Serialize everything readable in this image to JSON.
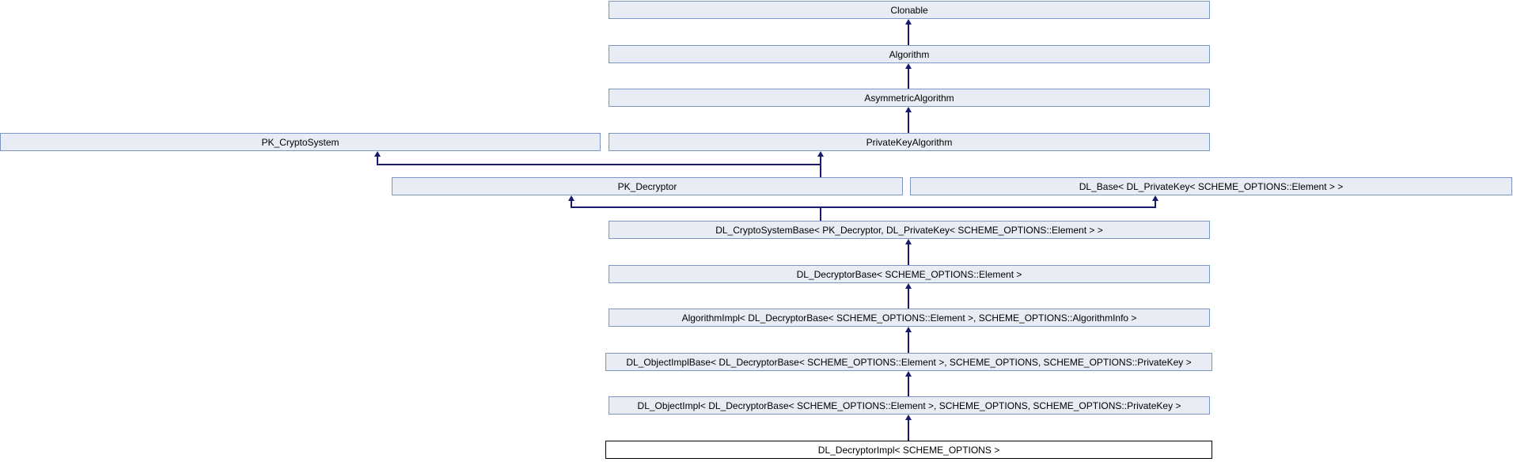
{
  "diagram": {
    "type": "class-inheritance-graph",
    "colors": {
      "canvas_bg": "#ffffff",
      "node_fill": "#E8ECF4",
      "node_border": "#7E95C4",
      "current_fill": "#ffffff",
      "current_border": "#000000",
      "arrow": "#191970",
      "text": "#000000"
    },
    "nodes": [
      {
        "id": "clonable",
        "label": "Clonable"
      },
      {
        "id": "algorithm",
        "label": "Algorithm"
      },
      {
        "id": "asymmetric-algorithm",
        "label": "AsymmetricAlgorithm"
      },
      {
        "id": "pk-cryptosystem",
        "label": "PK_CryptoSystem"
      },
      {
        "id": "private-key-algorithm",
        "label": "PrivateKeyAlgorithm"
      },
      {
        "id": "pk-decryptor",
        "label": "PK_Decryptor"
      },
      {
        "id": "dl-base",
        "label": "DL_Base< DL_PrivateKey< SCHEME_OPTIONS::Element > >"
      },
      {
        "id": "dl-cryptosystembase",
        "label": "DL_CryptoSystemBase< PK_Decryptor, DL_PrivateKey< SCHEME_OPTIONS::Element > >"
      },
      {
        "id": "dl-decryptorbase",
        "label": "DL_DecryptorBase< SCHEME_OPTIONS::Element >"
      },
      {
        "id": "algorithmimpl",
        "label": "AlgorithmImpl< DL_DecryptorBase< SCHEME_OPTIONS::Element >, SCHEME_OPTIONS::AlgorithmInfo >"
      },
      {
        "id": "dl-objectimplbase",
        "label": "DL_ObjectImplBase< DL_DecryptorBase< SCHEME_OPTIONS::Element >, SCHEME_OPTIONS, SCHEME_OPTIONS::PrivateKey >"
      },
      {
        "id": "dl-objectimpl",
        "label": "DL_ObjectImpl< DL_DecryptorBase< SCHEME_OPTIONS::Element >, SCHEME_OPTIONS, SCHEME_OPTIONS::PrivateKey >"
      },
      {
        "id": "dl-decryptorimpl",
        "label": "DL_DecryptorImpl< SCHEME_OPTIONS >",
        "current": true
      }
    ],
    "edges": [
      {
        "from": "algorithm",
        "to": "clonable"
      },
      {
        "from": "asymmetric-algorithm",
        "to": "algorithm"
      },
      {
        "from": "private-key-algorithm",
        "to": "asymmetric-algorithm"
      },
      {
        "from": "pk-decryptor",
        "to": "pk-cryptosystem"
      },
      {
        "from": "pk-decryptor",
        "to": "private-key-algorithm"
      },
      {
        "from": "dl-cryptosystembase",
        "to": "pk-decryptor"
      },
      {
        "from": "dl-cryptosystembase",
        "to": "dl-base"
      },
      {
        "from": "dl-decryptorbase",
        "to": "dl-cryptosystembase"
      },
      {
        "from": "algorithmimpl",
        "to": "dl-decryptorbase"
      },
      {
        "from": "dl-objectimplbase",
        "to": "algorithmimpl"
      },
      {
        "from": "dl-objectimpl",
        "to": "dl-objectimplbase"
      },
      {
        "from": "dl-decryptorimpl",
        "to": "dl-objectimpl"
      }
    ]
  }
}
